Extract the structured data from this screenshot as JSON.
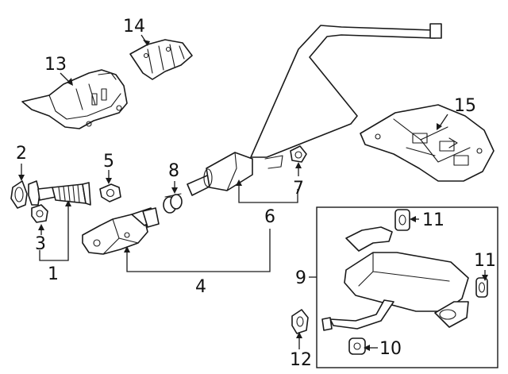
{
  "callouts": [
    {
      "id": "c1",
      "label": "1"
    },
    {
      "id": "c2",
      "label": "2"
    },
    {
      "id": "c3",
      "label": "3"
    },
    {
      "id": "c4",
      "label": "4"
    },
    {
      "id": "c5",
      "label": "5"
    },
    {
      "id": "c6",
      "label": "6"
    },
    {
      "id": "c7",
      "label": "7"
    },
    {
      "id": "c8",
      "label": "8"
    },
    {
      "id": "c9",
      "label": "9"
    },
    {
      "id": "c10",
      "label": "10"
    },
    {
      "id": "c11a",
      "label": "11"
    },
    {
      "id": "c11b",
      "label": "11"
    },
    {
      "id": "c12",
      "label": "12"
    },
    {
      "id": "c13",
      "label": "13"
    },
    {
      "id": "c14",
      "label": "14"
    },
    {
      "id": "c15",
      "label": "15"
    }
  ]
}
